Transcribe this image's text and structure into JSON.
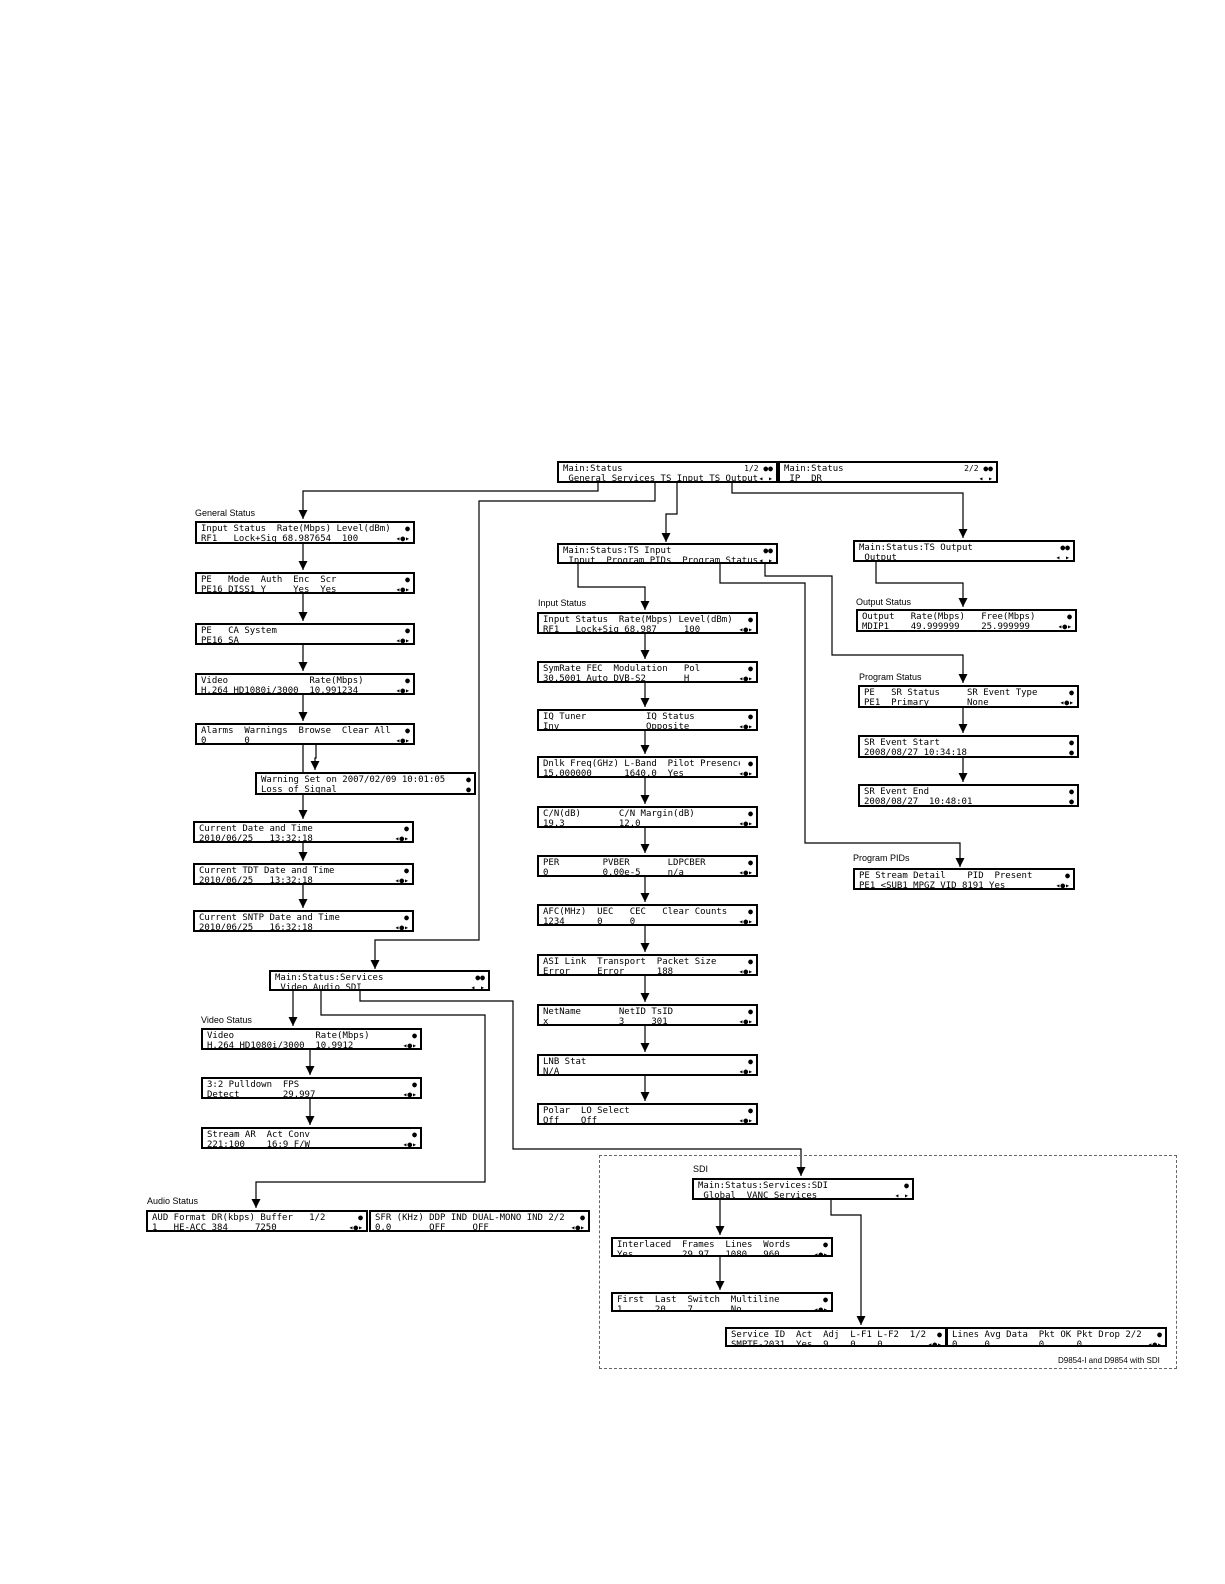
{
  "section_labels": {
    "general_status": "General Status",
    "input_status": "Input Status",
    "output_status": "Output Status",
    "program_status": "Program Status",
    "program_pids": "Program PIDs",
    "video_status": "Video Status",
    "audio_status": "Audio Status",
    "sdi": "SDI"
  },
  "sdi_note": "D9854-I and D9854 with SDI",
  "screens": {
    "main1": {
      "line1": "Main:Status",
      "line2": " General Services TS Input TS Output",
      "ind1": "1/2 ●●",
      "ind2": "◂ ▸"
    },
    "main2": {
      "line1": "Main:Status",
      "line2": " IP  DR",
      "ind1": "2/2 ●●",
      "ind2": "◂ ▸"
    },
    "gs_input": {
      "line1": "Input Status  Rate(Mbps) Level(dBm)",
      "line2": "RF1   Lock+Sig 68.987654  100",
      "ind1": "●",
      "ind2": "◂●▸"
    },
    "gs_pe": {
      "line1": "PE   Mode  Auth  Enc  Scr",
      "line2": "PE16 DISS1 Y     Yes  Yes",
      "ind1": "●",
      "ind2": "◂●▸"
    },
    "gs_ca": {
      "line1": "PE   CA System",
      "line2": "PE16 SA",
      "ind1": "●",
      "ind2": "◂●▸"
    },
    "gs_video": {
      "line1": "Video               Rate(Mbps)",
      "line2": "H.264 HD1080i/3000  10.991234",
      "ind1": "●",
      "ind2": "◂●▸"
    },
    "gs_alarms": {
      "line1": "Alarms  Warnings  Browse  Clear All",
      "line2": "0       0",
      "ind1": "●",
      "ind2": "◂●▸"
    },
    "gs_warning": {
      "line1": "Warning Set on 2007/02/09 10:01:05",
      "line2": "Loss of Signal",
      "ind1": "●",
      "ind2": "●"
    },
    "gs_date": {
      "line1": "Current Date and Time",
      "line2": "2010/06/25   13:32:18",
      "ind1": "●",
      "ind2": "◂●▸"
    },
    "gs_tdt": {
      "line1": "Current TDT Date and Time",
      "line2": "2010/06/25   13:32:18",
      "ind1": "●",
      "ind2": "◂●▸"
    },
    "gs_sntp": {
      "line1": "Current SNTP Date and Time",
      "line2": "2010/06/25   16:32:18",
      "ind1": "●",
      "ind2": "◂●▸"
    },
    "services": {
      "line1": "Main:Status:Services",
      "line2": " Video Audio SDI",
      "ind1": "●●",
      "ind2": "◂ ▸"
    },
    "vs_video": {
      "line1": "Video               Rate(Mbps)",
      "line2": "H.264 HD1080i/3000  10.9912",
      "ind1": "●",
      "ind2": "◂●▸"
    },
    "vs_pulldown": {
      "line1": "3:2 Pulldown  FPS",
      "line2": "Detect        29.997",
      "ind1": "●",
      "ind2": "◂●▸"
    },
    "vs_stream": {
      "line1": "Stream AR  Act Conv",
      "line2": "221:100    16:9 F/W",
      "ind1": "●",
      "ind2": "◂●▸"
    },
    "as_1": {
      "line1": "AUD Format DR(kbps) Buffer   1/2",
      "line2": "1   HE-ACC 384     7250",
      "ind1": "●",
      "ind2": "◂●▸"
    },
    "as_2": {
      "line1": "SFR (KHz) DDP IND DUAL-MONO IND 2/2",
      "line2": "0.0       OFF     OFF",
      "ind1": "●",
      "ind2": "◂●▸"
    },
    "tsinput": {
      "line1": "Main:Status:TS Input",
      "line2": " Input  Program PIDs  Program Status",
      "ind1": "●●",
      "ind2": "◂ ▸"
    },
    "is_input": {
      "line1": "Input Status  Rate(Mbps) Level(dBm)",
      "line2": "RF1   Lock+Sig 68.987     100",
      "ind1": "●",
      "ind2": "◂●▸"
    },
    "is_symrate": {
      "line1": "SymRate FEC  Modulation   Pol",
      "line2": "30.5001 Auto DVB-S2       H",
      "ind1": "●",
      "ind2": "◂●▸"
    },
    "is_iq": {
      "line1": "IQ Tuner           IQ Status",
      "line2": "Inv                Opposite",
      "ind1": "●",
      "ind2": "◂●▸"
    },
    "is_dnlk": {
      "line1": "Dnlk Freq(GHz) L-Band  Pilot Presence",
      "line2": "15.000000      1640.0  Yes",
      "ind1": "●",
      "ind2": "◂●▸"
    },
    "is_cn": {
      "line1": "C/N(dB)       C/N Margin(dB)",
      "line2": "19.3          12.0",
      "ind1": "●",
      "ind2": "◂●▸"
    },
    "is_per": {
      "line1": "PER        PVBER       LDPCBER",
      "line2": "0          0.00e-5     n/a",
      "ind1": "●",
      "ind2": "◂●▸"
    },
    "is_afc": {
      "line1": "AFC(MHz)  UEC   CEC   Clear Counts",
      "line2": "1234      0     0",
      "ind1": "●",
      "ind2": "◂●▸"
    },
    "is_asi": {
      "line1": "ASI Link  Transport  Packet Size",
      "line2": "Error     Error      188",
      "ind1": "●",
      "ind2": "◂●▸"
    },
    "is_net": {
      "line1": "NetName       NetID TsID",
      "line2": "x             3     301",
      "ind1": "●",
      "ind2": "◂●▸"
    },
    "is_lnb": {
      "line1": "LNB Stat",
      "line2": "N/A",
      "ind1": "●",
      "ind2": "◂●▸"
    },
    "is_polar": {
      "line1": "Polar  LO Select",
      "line2": "Off    Off",
      "ind1": "●",
      "ind2": "◂●▸"
    },
    "tsoutput": {
      "line1": "Main:Status:TS Output",
      "line2": " Output",
      "ind1": "●●",
      "ind2": "◂ ▸"
    },
    "os_output": {
      "line1": "Output   Rate(Mbps)   Free(Mbps)",
      "line2": "MDIP1    49.999999    25.999999",
      "ind1": "●",
      "ind2": "◂●▸"
    },
    "ps_pe": {
      "line1": "PE   SR Status     SR Event Type",
      "line2": "PE1  Primary       None",
      "ind1": "●",
      "ind2": "◂●▸"
    },
    "ps_start": {
      "line1": "SR Event Start",
      "line2": "2008/08/27 10:34:18",
      "ind1": "●",
      "ind2": "●"
    },
    "ps_end": {
      "line1": "SR Event End",
      "line2": "2008/08/27  10:48:01",
      "ind1": "●",
      "ind2": "●"
    },
    "pp_pe": {
      "line1": "PE Stream Detail    PID  Present",
      "line2": "PE1 <SUB1 MPGZ VID 8191 Yes",
      "ind1": "●",
      "ind2": "◂●▸"
    },
    "sdi_main": {
      "line1": "Main:Status:Services:SDI",
      "line2": " Global  VANC Services",
      "ind1": "●",
      "ind2": "◂ ▸"
    },
    "sdi_interlaced": {
      "line1": "Interlaced  Frames  Lines  Words",
      "line2": "Yes         29.97   1080   960",
      "ind1": "●",
      "ind2": "◂●▸"
    },
    "sdi_first": {
      "line1": "First  Last  Switch  Multiline",
      "line2": "1      20    7       No",
      "ind1": "●",
      "ind2": "◂●▸"
    },
    "sdi_service": {
      "line1": "Service ID  Act  Adj  L-F1 L-F2  1/2",
      "line2": "SMPTE-2031  Yes  9    0    0",
      "ind1": "●",
      "ind2": "◂●▸"
    },
    "sdi_lines": {
      "line1": "Lines Avg Data  Pkt OK Pkt Drop 2/2",
      "line2": "0     0         0      0",
      "ind1": "●",
      "ind2": "◂●▸"
    }
  }
}
